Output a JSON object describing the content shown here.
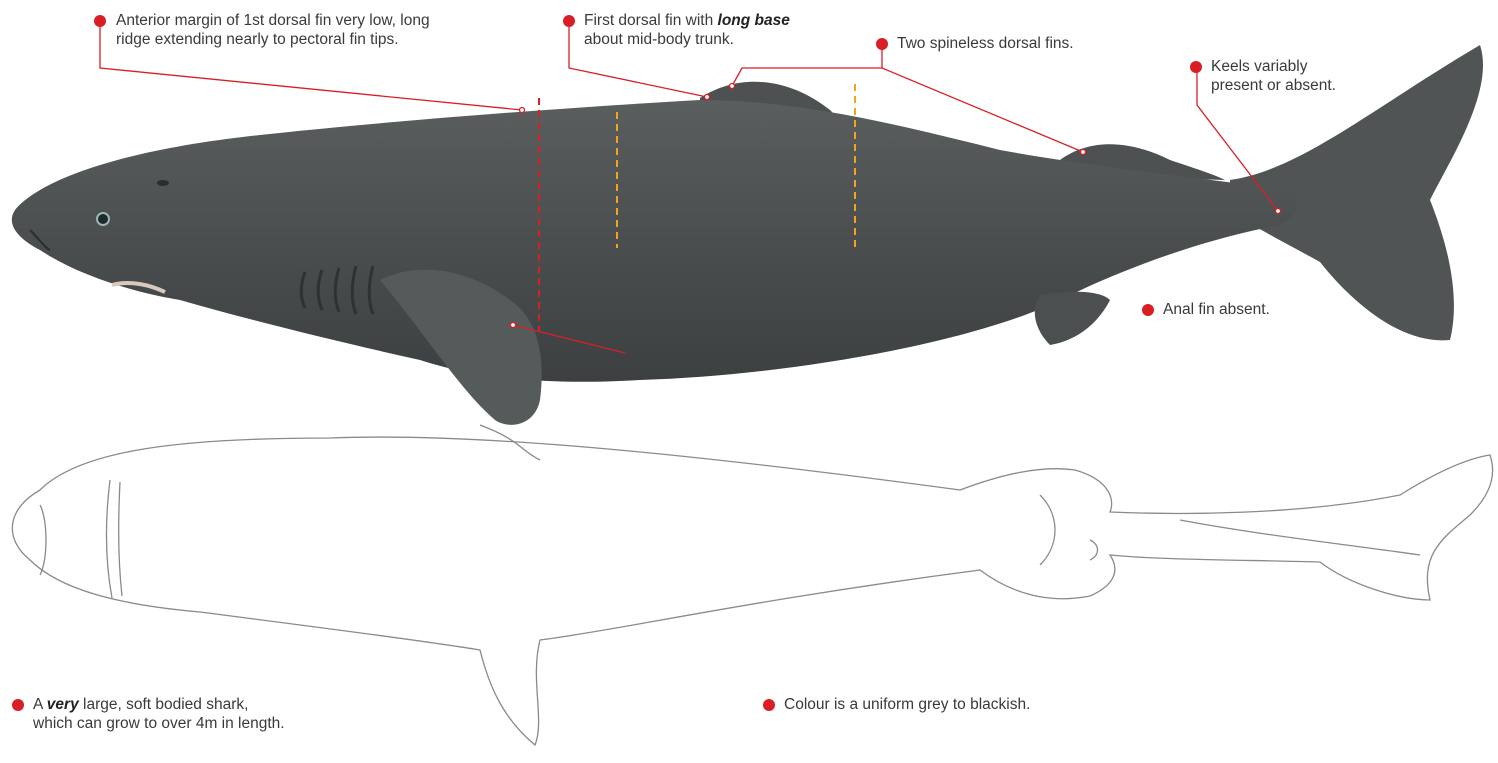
{
  "colors": {
    "accent": "#d81f26",
    "guide_yellow": "#f0a51b",
    "body_fill": "#4b4f50",
    "outline": "#888888"
  },
  "annotations": {
    "dorsal_margin": {
      "line1": "Anterior margin of 1st dorsal fin very low, long",
      "line2": "ridge extending nearly to pectoral fin tips."
    },
    "first_dorsal": {
      "line1_pre": "First dorsal fin with ",
      "line1_em": "long base",
      "line2": "about mid-body trunk."
    },
    "two_dorsal": {
      "text": "Two spineless dorsal fins."
    },
    "keels": {
      "line1": "Keels variably",
      "line2": "present or absent."
    },
    "anal": {
      "text": "Anal fin absent."
    },
    "large": {
      "pre": "A ",
      "em": "very",
      "post": " large, soft bodied shark,",
      "line2": "which can grow to over 4m in length."
    },
    "colour": {
      "text": "Colour is a uniform grey to blackish."
    }
  },
  "icons": [
    "bullet-dot-icon",
    "shark-lateral-illustration",
    "shark-ventral-outline"
  ]
}
